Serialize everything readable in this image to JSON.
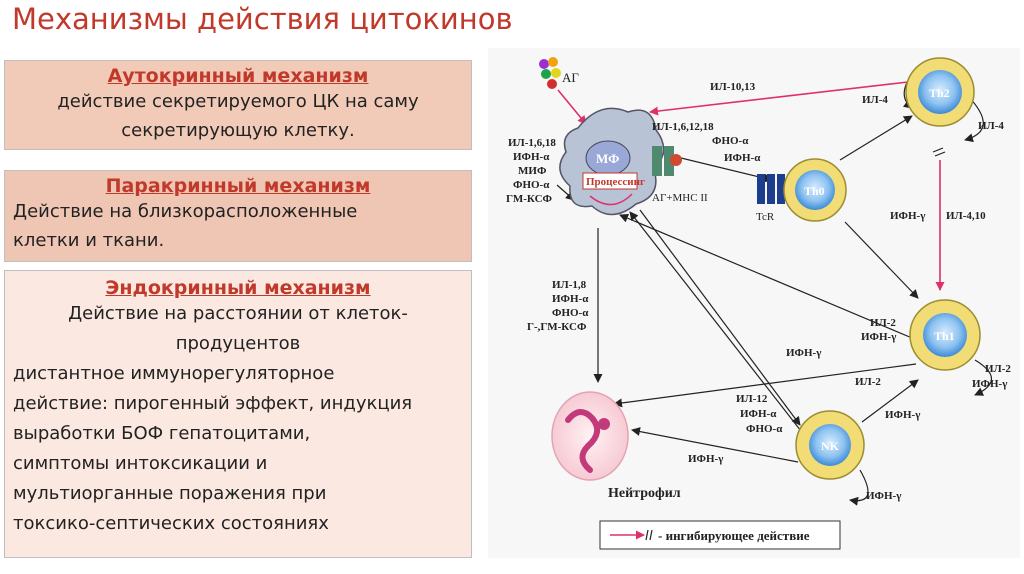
{
  "title": "Механизмы действия цитокинов",
  "autocrine": {
    "heading": "Аутокринный механизм",
    "lines": [
      "действие секретируемого ЦК на саму",
      "секретирующую клетку."
    ]
  },
  "paracrine": {
    "heading": "Паракринный механизм",
    "lines": [
      "Действие на близкорасположенные",
      "клетки и ткани."
    ]
  },
  "endocrine": {
    "heading": "Эндокринный механизм",
    "lines_center": [
      "Действие на расстоянии от клеток-",
      "продуцентов"
    ],
    "lines_left": [
      " дистантное иммунорегуляторное",
      "действие: пирогенный эффект, индукция",
      "выработки БОФ гепатоцитами,",
      "симптомы интоксикации и",
      "мультиорганные поражения при",
      "токсико-септических состояниях"
    ]
  },
  "diagram": {
    "ag": "АГ",
    "mf": "МФ",
    "processing": "Процессинг",
    "ag_mhc": "АГ+МНС II",
    "tcr": "TcR",
    "th0": "Th0",
    "th1": "Th1",
    "th2": "Th2",
    "nk": "NK",
    "neutrophil": "Нейтрофил",
    "mf_left_labels": [
      "ИЛ-1,6,18",
      "ИФН-α",
      "МИФ",
      "ФНО-α",
      "ГМ-КСФ"
    ],
    "mf_right_labels": [
      "ИЛ-1,6,12,18",
      "ФНО-α"
    ],
    "ifn_alpha_th0": "ИФН-α",
    "il_10_13": "ИЛ-10,13",
    "il4_a": "ИЛ-4",
    "il4_b": "ИЛ-4",
    "ifn_gamma_th": "ИФН-γ",
    "il_4_10": "ИЛ-4,10",
    "mf_neut_labels": [
      "ИЛ-1,8",
      "ИФН-α",
      "ФНО-α",
      "Г-,ГМ-КСФ"
    ],
    "il2_th1_labels": [
      "ИЛ-2",
      "ИФН-γ"
    ],
    "ifn_gamma_mid": "ИФН-γ",
    "il2_th1_self": [
      "ИЛ-2",
      "ИФН-γ"
    ],
    "il2_nk": "ИЛ-2",
    "ifn_gamma_nk": "ИФН-γ",
    "nk_labels": [
      "ИЛ-12",
      "ИФН-α",
      "ФНО-α"
    ],
    "ifn_gamma_neut": "ИФН-γ",
    "ifn_gamma_nk_self": "ИФН-γ",
    "legend": "- ингибирующее действие"
  }
}
